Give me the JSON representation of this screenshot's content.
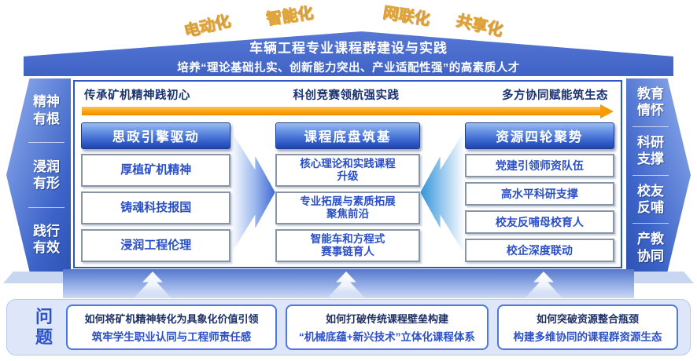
{
  "colors": {
    "roof_blue": "#3f63c6",
    "banner_blue": "#3d64c9",
    "accent_orange": "#f89b00",
    "navy_text": "#1b3370",
    "blue_text": "#2b50c6",
    "header_button_blue": "#2d58c6",
    "cyan_arrow": "#2f93d8",
    "bottom_bg": "#dde7f9",
    "question_border": "#4d78e0"
  },
  "roof": {
    "tags": [
      "电动化",
      "智能化",
      "网联化",
      "共享化"
    ],
    "title": "车辆工程专业课程群建设与实践",
    "subtitle": "培养“理论基础扎实、创新能力突出、产业适配性强”的高素质人才"
  },
  "left_banner": {
    "items": [
      "精神有根",
      "浸润有形",
      "践行有效"
    ]
  },
  "right_banner": {
    "items": [
      "教育情怀",
      "科研支撑",
      "校友反哺",
      "产教协同"
    ]
  },
  "main": {
    "flow_labels": [
      "传承矿机精神践初心",
      "科创竞赛领航强实践",
      "多方协同赋能筑生态"
    ],
    "columns": [
      {
        "header": "思政引擎驱动",
        "boxes": [
          "厚植矿机精神",
          "铸魂科技报国",
          "浸润工程伦理"
        ]
      },
      {
        "header": "课程底盘筑基",
        "boxes": [
          "核心理论和实践课程\n升级",
          "专业拓展与素质拓展\n聚焦前沿",
          "智能车和方程式\n赛事链育人"
        ]
      },
      {
        "header": "资源四轮聚势",
        "boxes": [
          "党建引领师资队伍",
          "高水平科研支撑",
          "校友反哺母校育人",
          "校企深度联动"
        ]
      }
    ]
  },
  "bottom": {
    "label": "问题",
    "questions": [
      {
        "line1": "如何将矿机精神转化为具象化价值引领",
        "line2": "筑牢学生职业认同与工程师责任感"
      },
      {
        "line1": "如何打破传统课程壁垒构建",
        "line2": "“机械底蕴+新兴技术”立体化课程体系"
      },
      {
        "line1": "如何突破资源整合瓶颈",
        "line2": "构建多维协同的课程群资源生态"
      }
    ]
  }
}
